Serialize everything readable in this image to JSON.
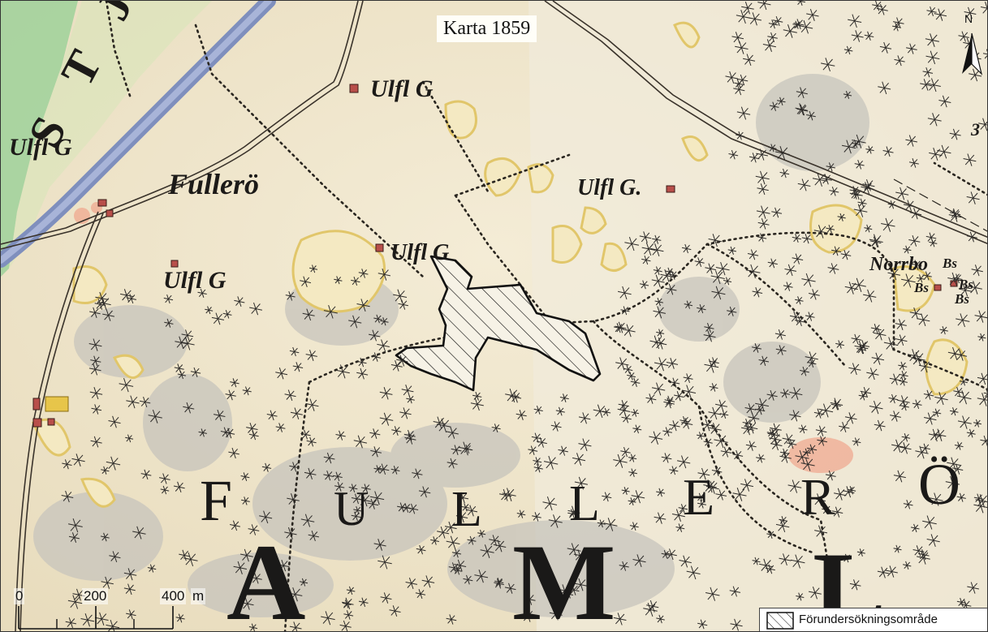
{
  "map": {
    "title": "Karta 1859",
    "north_label": "N",
    "place_labels": {
      "stj": "S T J",
      "fullero": "Fullerö",
      "uffg_top": "Ulfl G",
      "uffg_left": "Ulfl G",
      "uffg_upper_left": "Ulfl G",
      "uffg_mid": "Ulfl G.",
      "uffg_center": "Ulfl G",
      "norrbo": "Norrbo",
      "bs_1": "Bs",
      "bs_2": "Bs",
      "bs_3": "Bs",
      "bs_4": "Bs",
      "edge_3": "3"
    },
    "large_letters": {
      "f": "F",
      "u": "U",
      "l1": "L",
      "l2": "L",
      "e": "E",
      "r": "R",
      "o": "Ö",
      "a": "A",
      "m": "M",
      "l3": "L"
    },
    "scale": {
      "labels": [
        "0",
        "200",
        "400"
      ],
      "unit": "m"
    },
    "legend": {
      "label": "Förundersökningsområde"
    },
    "colors": {
      "paper": "#efe6cf",
      "river": "#8e9cc4",
      "meadow": "#9fd19a",
      "field_edge": "#e1c66a",
      "forest_wash": "#c9c7c0",
      "boundary": "#222222",
      "hatch": "#111111",
      "red_patch": "#f0a58b"
    },
    "icons": {
      "north_arrow": "north-arrow-icon",
      "hatch_swatch": "hatch-swatch-icon"
    }
  }
}
